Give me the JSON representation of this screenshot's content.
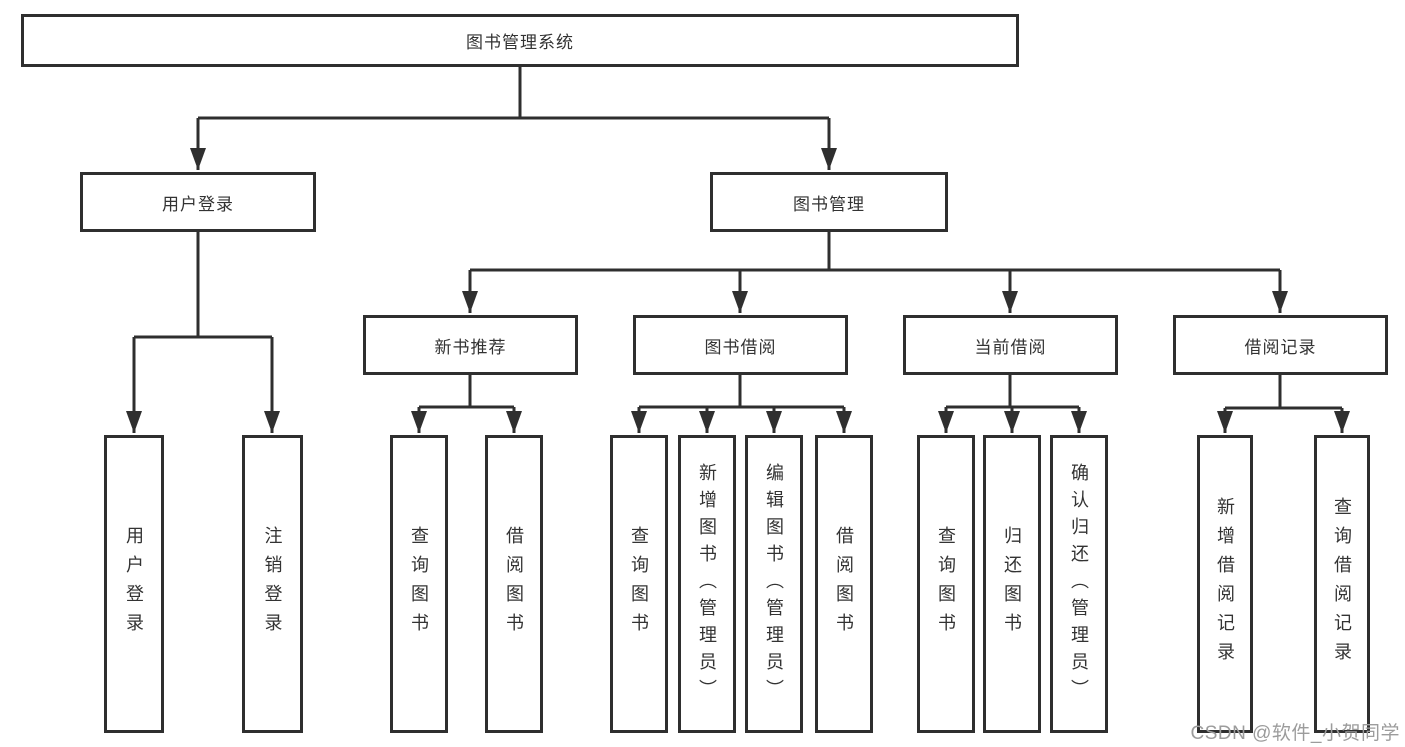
{
  "colors": {
    "line": "#2f2f2f",
    "text": "#333333",
    "watermark": "#9c9c9c",
    "background": "#ffffff"
  },
  "watermark": "CSDN @软件_小贺同学",
  "tree": {
    "root": {
      "label": "图书管理系统"
    },
    "branches": [
      {
        "label": "用户登录",
        "children": [
          {
            "label": "用户登录"
          },
          {
            "label": "注销登录"
          }
        ]
      },
      {
        "label": "图书管理",
        "children": [
          {
            "label": "新书推荐",
            "children": [
              {
                "label": "查询图书"
              },
              {
                "label": "借阅图书"
              }
            ]
          },
          {
            "label": "图书借阅",
            "children": [
              {
                "label": "查询图书"
              },
              {
                "label": "新增图书（管理员）"
              },
              {
                "label": "编辑图书（管理员）"
              },
              {
                "label": "借阅图书"
              }
            ]
          },
          {
            "label": "当前借阅",
            "children": [
              {
                "label": "查询图书"
              },
              {
                "label": "归还图书"
              },
              {
                "label": "确认归还（管理员）"
              }
            ]
          },
          {
            "label": "借阅记录",
            "children": [
              {
                "label": "新增借阅记录"
              },
              {
                "label": "查询借阅记录"
              }
            ]
          }
        ]
      }
    ]
  }
}
